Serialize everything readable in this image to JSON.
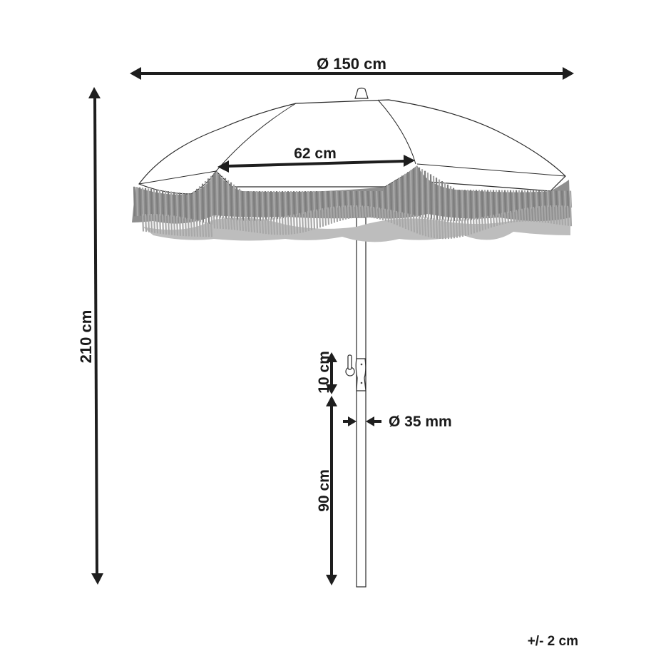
{
  "diagram": {
    "subject": "Fringed parasol umbrella dimension drawing",
    "dimensions": {
      "canopy_diameter": "Ø 150 cm",
      "panel_width": "62 cm",
      "total_height": "210 cm",
      "crank_section": "10 cm",
      "lower_pole": "90 cm",
      "pole_diameter": "Ø 35 mm"
    },
    "tolerance": "+/- 2 cm",
    "colors": {
      "line": "#1e1e1e",
      "fringe_dark": "#7d7d7d",
      "fringe_light": "#a8a8a8",
      "background": "#ffffff"
    }
  }
}
